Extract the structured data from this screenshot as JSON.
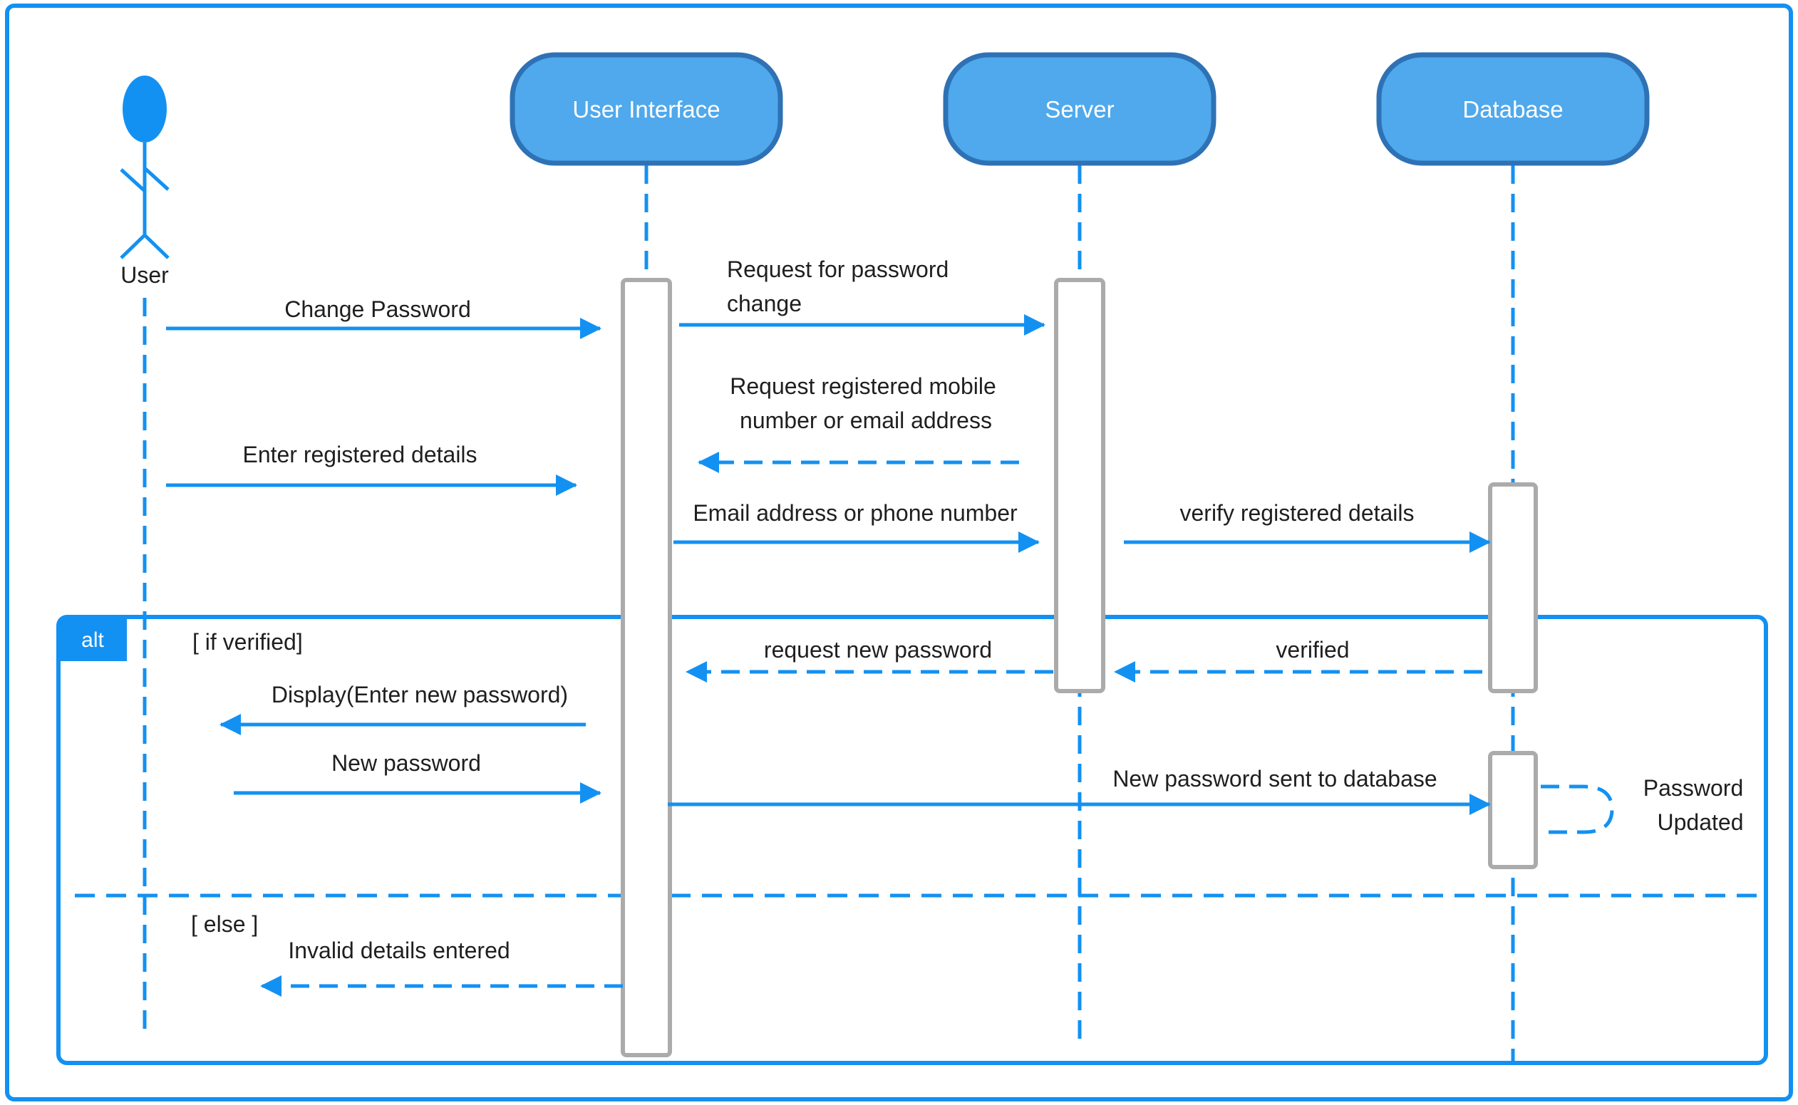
{
  "diagram": {
    "actor": {
      "label": "User"
    },
    "participants": {
      "ui": "User Interface",
      "server": "Server",
      "database": "Database"
    },
    "messages": {
      "change_password": "Change Password",
      "request_change_line1": "Request for password",
      "request_change_line2": "change",
      "request_registered_line1": "Request  registered mobile",
      "request_registered_line2": "number or email address",
      "enter_registered": "Enter registered details",
      "email_or_phone": "Email address or phone number",
      "verify_registered": "verify registered details",
      "request_new_password": "request new password",
      "verified": "verified",
      "display_enter_new": "Display(Enter new password)",
      "new_password": "New password",
      "new_password_sent": "New password sent to database",
      "password_updated_line1": "Password",
      "password_updated_line2": "Updated",
      "invalid_details": "Invalid details entered"
    },
    "fragment": {
      "operator": "alt",
      "guard_if": "[ if verified]",
      "guard_else": "[ else ]"
    },
    "colors": {
      "accent": "#1391f2",
      "header_fill": "#4fa9ec",
      "header_stroke": "#2e72b5",
      "activation_stroke": "#ababab",
      "text": "#1f1f1f"
    }
  }
}
